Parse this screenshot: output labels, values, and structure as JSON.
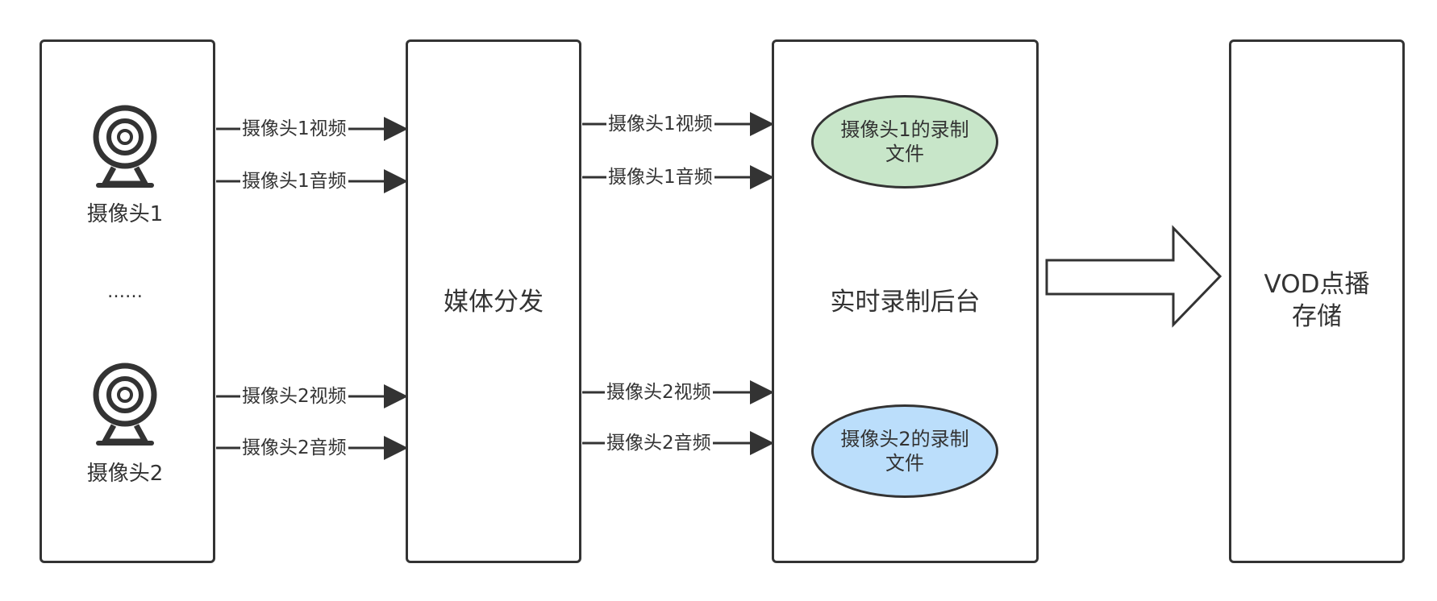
{
  "source_box": {
    "camera1_label": "摄像头1",
    "ellipsis": "……",
    "camera2_label": "摄像头2",
    "camera_icon": "webcam-icon"
  },
  "media_box": {
    "title": "媒体分发"
  },
  "recorder_box": {
    "title": "实时录制后台",
    "file1": {
      "line1": "摄像头1的录制",
      "line2": "文件",
      "fill": "#c8e6c9"
    },
    "file2": {
      "line1": "摄像头2的录制",
      "line2": "文件",
      "fill": "#bbdefb"
    }
  },
  "vod_box": {
    "line1": "VOD点播",
    "line2": "存储"
  },
  "edges_left": [
    {
      "label": "摄像头1视频"
    },
    {
      "label": "摄像头1音频"
    },
    {
      "label": "摄像头2视频"
    },
    {
      "label": "摄像头2音频"
    }
  ],
  "edges_right": [
    {
      "label": "摄像头1视频"
    },
    {
      "label": "摄像头1音频"
    },
    {
      "label": "摄像头2视频"
    },
    {
      "label": "摄像头2音频"
    }
  ],
  "colors": {
    "stroke": "#333333",
    "file1": "#c8e6c9",
    "file2": "#bbdefb"
  }
}
